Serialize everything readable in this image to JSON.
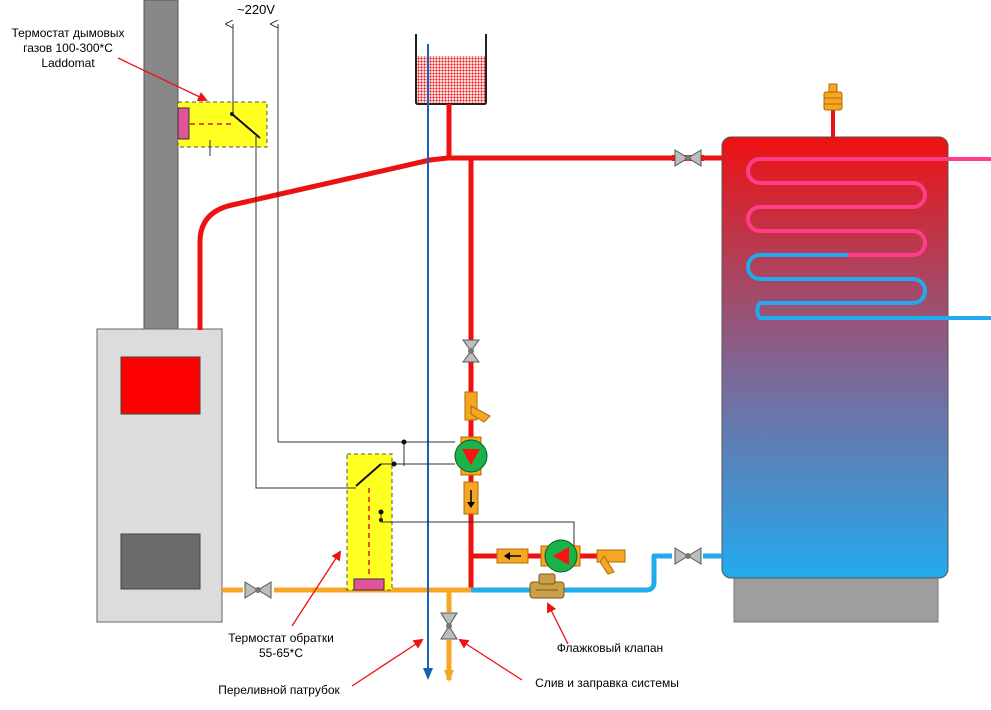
{
  "labels": {
    "flue_thermostat_line1": "Термостат дымовых",
    "flue_thermostat_line2": "газов 100-300*С",
    "flue_thermostat_line3": "Laddomat",
    "voltage": "~220V",
    "return_thermostat_line1": "Термостат обратки",
    "return_thermostat_line2": "55-65*С",
    "flap_valve": "Флажковый клапан",
    "overflow_pipe": "Переливной патрубок",
    "drain_fill": "Слив и заправка системы"
  },
  "colors": {
    "hot_pipe": "#ee1111",
    "cold_pipe": "#22aaee",
    "return_pipe": "#f5a623",
    "coil_hot": "#ff3d8a",
    "coil_cold": "#22aaee",
    "thermostat_fill": "#ffff22",
    "chimney": "#888888",
    "boiler_body": "#dcdcdc",
    "pump_body": "#19b34a",
    "pump_arrow": "#ff1111",
    "callout_arrow": "#ee1111",
    "wire": "#333333",
    "overflow_line": "#1a5fb4",
    "tank_top": "#ee1111",
    "tank_bottom": "#22aaee"
  },
  "icons": {
    "valve": "butterfly-valve-icon",
    "pump": "circulation-pump-icon",
    "check_valve": "check-valve-icon",
    "air_vent": "air-vent-icon",
    "filter": "strainer-icon"
  }
}
